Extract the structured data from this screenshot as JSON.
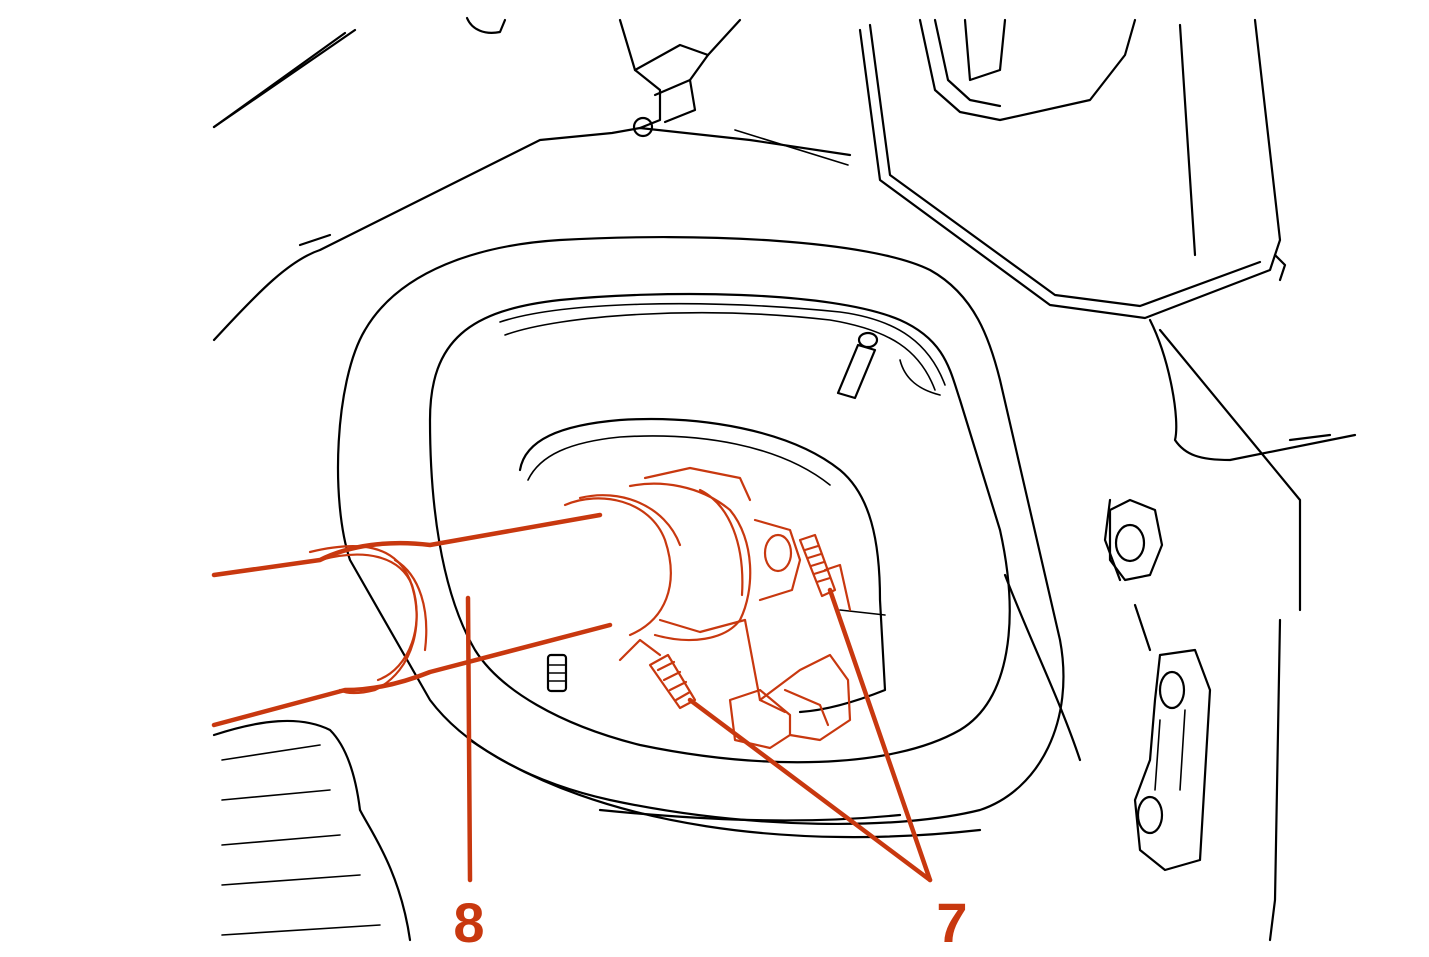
{
  "colors": {
    "line": "#000000",
    "highlight": "#c8380f",
    "background": "#ffffff"
  },
  "callouts": [
    {
      "id": "callout-8",
      "label": "8"
    },
    {
      "id": "callout-7",
      "label": "7"
    }
  ]
}
